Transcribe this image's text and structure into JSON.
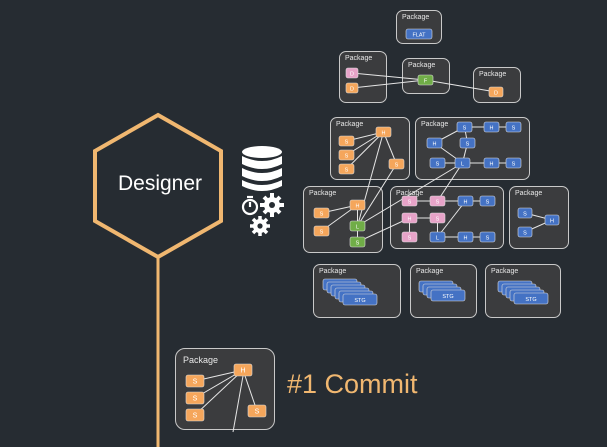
{
  "designer": {
    "label": "Designer"
  },
  "commit": {
    "label": "#1 Commit"
  },
  "package_label": "Package",
  "node_labels": {
    "flat": "FLAT",
    "d": "D",
    "f": "F",
    "h": "H",
    "s": "S",
    "l": "L",
    "stg": "STG"
  },
  "icons": [
    "database-icon",
    "stopwatch-icon",
    "gears-icon"
  ],
  "colors": {
    "background": "#262c32",
    "hexagon": "#f0b770",
    "package_fill": "#3b3c3e",
    "package_border": "#c9c9c9",
    "node_orange": "#f5a65b",
    "node_blue": "#4472c4",
    "node_pink": "#e7a3c8",
    "node_green": "#70ad47",
    "commit_text": "#f0b770"
  }
}
